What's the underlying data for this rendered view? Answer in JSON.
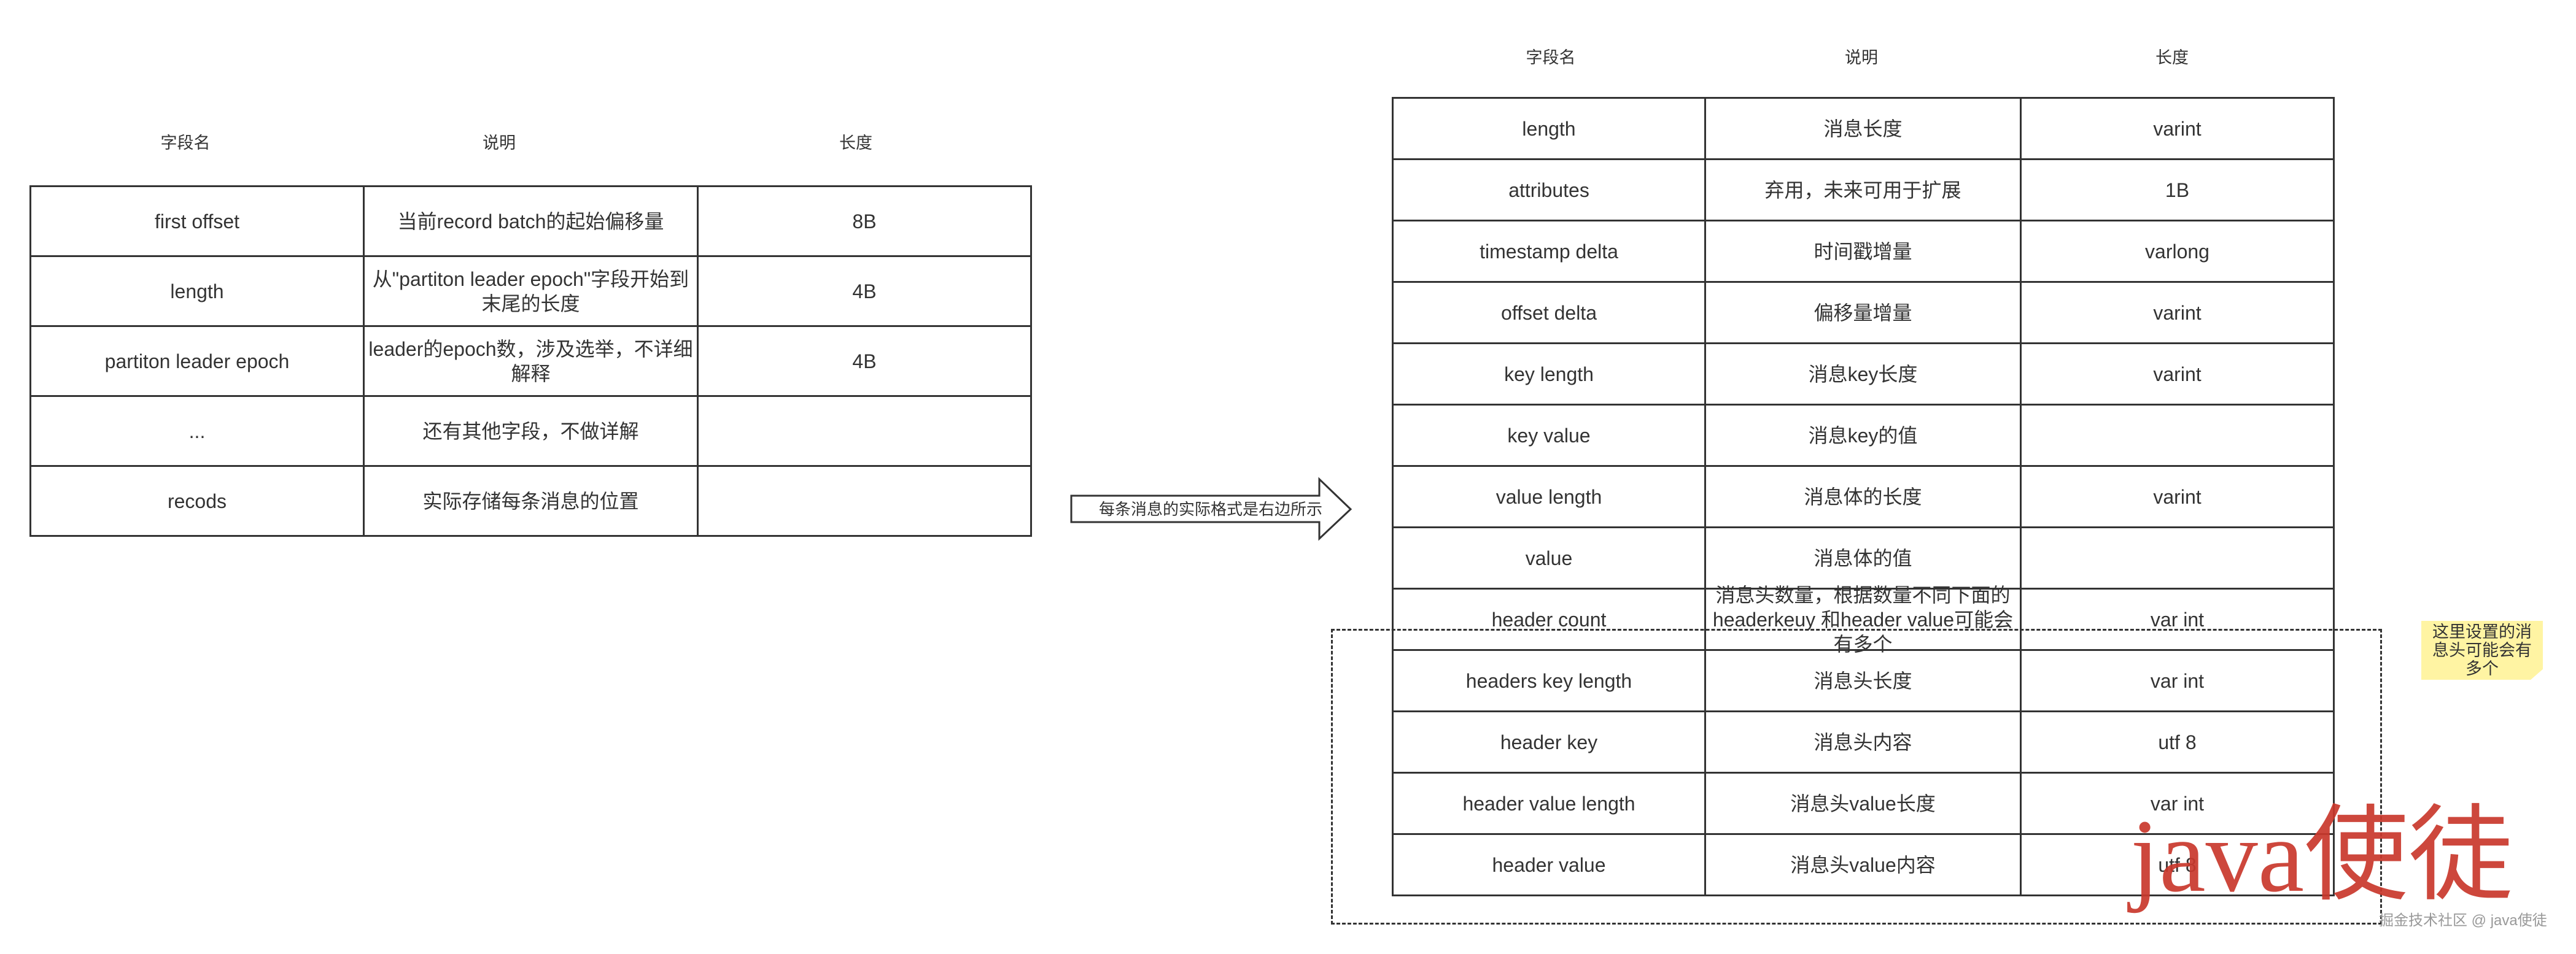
{
  "left_table": {
    "headers": {
      "field": "字段名",
      "description": "说明",
      "length": "长度"
    },
    "rows": [
      {
        "field": "first offset",
        "description": "当前record batch的起始偏移量",
        "length": "8B"
      },
      {
        "field": "length",
        "description": "从\"partiton leader epoch\"字段开始到末尾的长度",
        "length": "4B"
      },
      {
        "field": "partiton leader epoch",
        "description": "leader的epoch数，涉及选举，不详细解释",
        "length": "4B"
      },
      {
        "field": "...",
        "description": "还有其他字段，不做详解",
        "length": ""
      },
      {
        "field": "recods",
        "description": "实际存储每条消息的位置",
        "length": ""
      }
    ]
  },
  "arrow": {
    "label": "每条消息的实际格式是右边所示"
  },
  "right_table": {
    "headers": {
      "field": "字段名",
      "description": "说明",
      "length": "长度"
    },
    "rows": [
      {
        "field": "length",
        "description": "消息长度",
        "length": "varint"
      },
      {
        "field": "attributes",
        "description": "弃用，未来可用于扩展",
        "length": "1B"
      },
      {
        "field": "timestamp delta",
        "description": "时间戳增量",
        "length": "varlong"
      },
      {
        "field": "offset delta",
        "description": "偏移量增量",
        "length": "varint"
      },
      {
        "field": "key length",
        "description": "消息key长度",
        "length": "varint"
      },
      {
        "field": "key value",
        "description": "消息key的值",
        "length": ""
      },
      {
        "field": "value length",
        "description": "消息体的长度",
        "length": "varint"
      },
      {
        "field": "value",
        "description": "消息体的值",
        "length": ""
      },
      {
        "field": "header count",
        "description": "消息头数量，根据数量不同下面的headerkeuy 和header value可能会有多个",
        "length": "var int"
      },
      {
        "field": "headers key length",
        "description": "消息头长度",
        "length": "var int"
      },
      {
        "field": "header key",
        "description": "消息头内容",
        "length": "utf 8"
      },
      {
        "field": "header value length",
        "description": "消息头value长度",
        "length": "var int"
      },
      {
        "field": "header value",
        "description": "消息头value内容",
        "length": "utf 8"
      }
    ]
  },
  "note": {
    "text": "这里设置的消息头可能会有多个"
  },
  "watermark": {
    "logo_text": "java使徒",
    "site_text": "掘金技术社区 @ java使徒"
  },
  "colors": {
    "line": "#333333",
    "text": "#333333",
    "note_fill": "#fff4a3",
    "watermark_red": "#c9382c",
    "watermark_gray": "#999999"
  }
}
